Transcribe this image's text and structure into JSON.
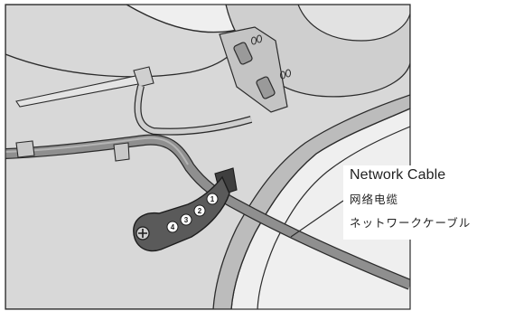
{
  "callout": {
    "label_en": "Network Cable",
    "label_zh": "网络电缆",
    "label_ja": "ネットワークケーブル"
  },
  "cable_guide": {
    "slot_numbers": [
      "1",
      "2",
      "3",
      "4"
    ]
  },
  "colors": {
    "housing": "#d9d9d9",
    "housing_shadow": "#bcbcbc",
    "cable": "#8f8f8f",
    "clip": "#5a5a5a",
    "outline": "#2b2b2b",
    "floor": "#efefef"
  }
}
